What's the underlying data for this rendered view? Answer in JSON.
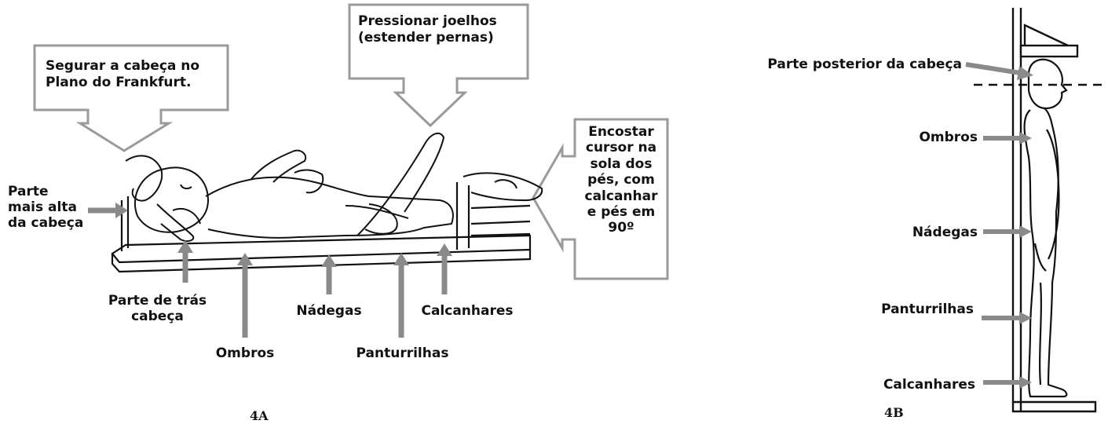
{
  "figure_a": {
    "caption": "4A",
    "callouts": {
      "head": "Segurar a cabeça no Plano do Frankfurt.",
      "knees": "Pressionar joelhos (estender pernas)",
      "feet": "Encostar cursor na sola dos pés, com calcanhar e pés em 90º"
    },
    "labels": {
      "top_of_head": "Parte mais alta da cabeça",
      "back_of_head": "Parte de trás cabeça",
      "shoulders": "Ombros",
      "buttocks": "Nádegas",
      "calves": "Panturrilhas",
      "heels": "Calcanhares"
    }
  },
  "figure_b": {
    "caption": "4B",
    "labels": {
      "back_of_head": "Parte posterior da cabeça",
      "shoulders": "Ombros",
      "buttocks": "Nádegas",
      "calves": "Panturrilhas",
      "heels": "Calcanhares"
    }
  },
  "colors": {
    "arrow": "#8a8a8a",
    "line": "#111111",
    "box_border": "#999999"
  }
}
